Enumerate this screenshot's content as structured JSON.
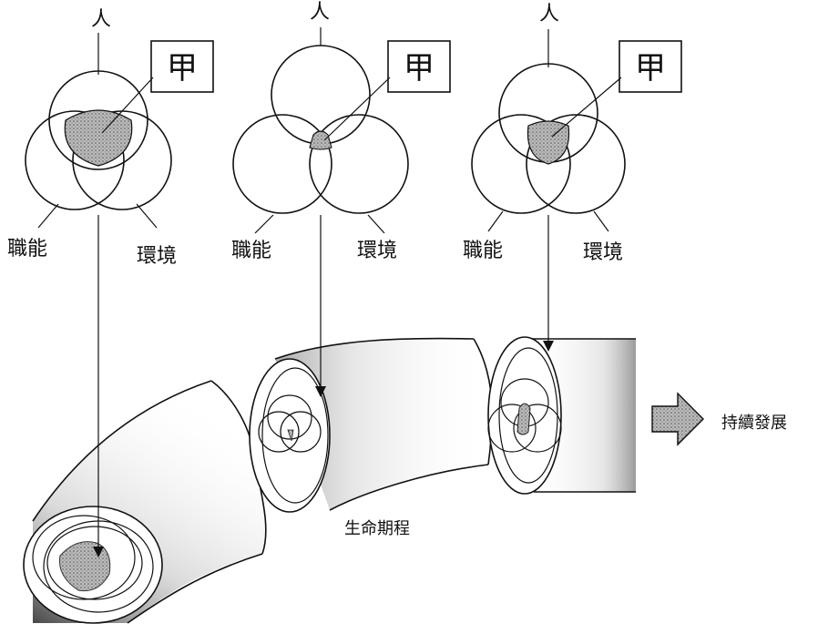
{
  "labels": {
    "person": "人",
    "function": "職能",
    "environment": "環境",
    "box": "甲",
    "lifespan": "生命期程",
    "sustain": "持續發展"
  }
}
